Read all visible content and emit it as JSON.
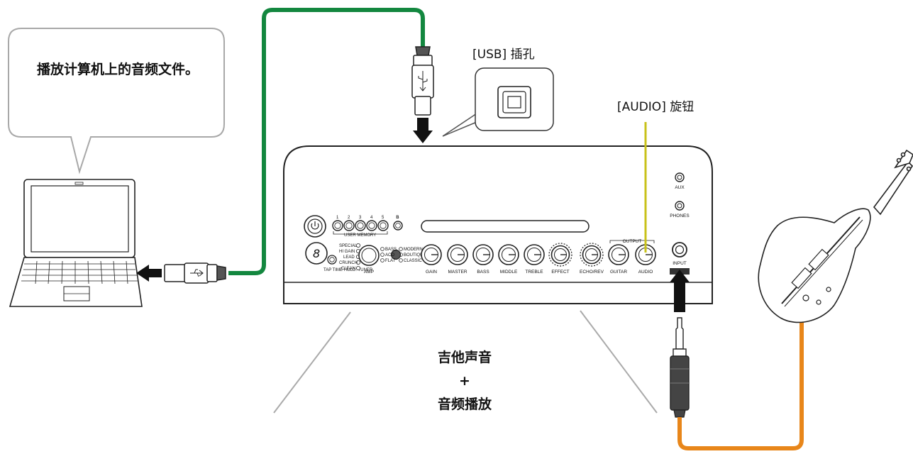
{
  "bubble": {
    "text": "播放计算机上的音频文件。"
  },
  "labels": {
    "usb_port": "[USB] 插孔",
    "audio_knob": "[AUDIO] 旋钮"
  },
  "result": {
    "line1": "吉他声音",
    "line2": "+",
    "line3": "音频播放"
  },
  "amp_panel": {
    "memory_numbers": [
      "1",
      "2",
      "3",
      "4",
      "5"
    ],
    "user_memory": "USER MEMORY",
    "amp_types": [
      "SPECIAL",
      "HI GAIN",
      "LEAD",
      "CRUNCH",
      "CLEAN"
    ],
    "amp_label": "AMP",
    "voicing_a": [
      "BASS",
      "ACO",
      "FLAT"
    ],
    "voicing_b": [
      "MODERN",
      "BOUTIQUE",
      "CLASSIC"
    ],
    "tap_tuner": "TAP TIME HOLD: TUNER",
    "knobs": [
      "GAIN",
      "MASTER",
      "BASS",
      "MIDDLE",
      "TREBLE",
      "EFFECT",
      "ECHO/REV",
      "GUITAR",
      "AUDIO"
    ],
    "output": "OUTPUT",
    "input": "INPUT",
    "aux": "AUX",
    "phones": "PHONES"
  },
  "colors": {
    "usb_cable": "#13873f",
    "guitar_cable": "#e8861a",
    "pointer": "#c8c21a",
    "outline": "#222222",
    "bubble_border": "#a8a8a8"
  }
}
